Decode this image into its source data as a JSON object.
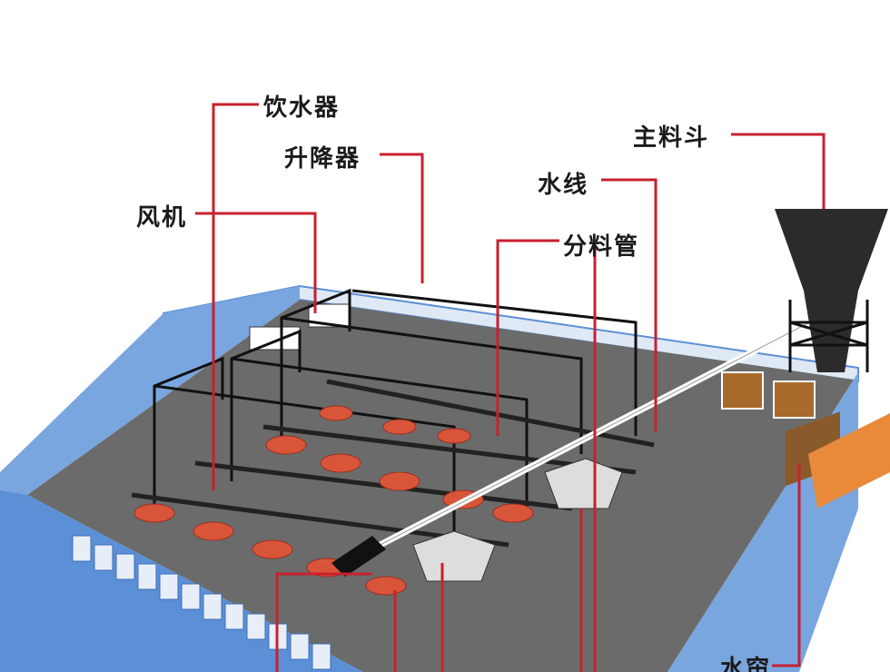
{
  "labels": {
    "drinker": "饮水器",
    "lifter": "升降器",
    "fan": "风机",
    "main_hopper": "主料斗",
    "water_line": "水线",
    "feed_pipe": "分料管",
    "water_curtain": "水帘"
  },
  "colors": {
    "leader_line": "#c8202f",
    "wall": "#5b8fd6",
    "floor": "#6b6b6b",
    "feeder": "#d9553a",
    "hopper": "#2b2b2b"
  }
}
